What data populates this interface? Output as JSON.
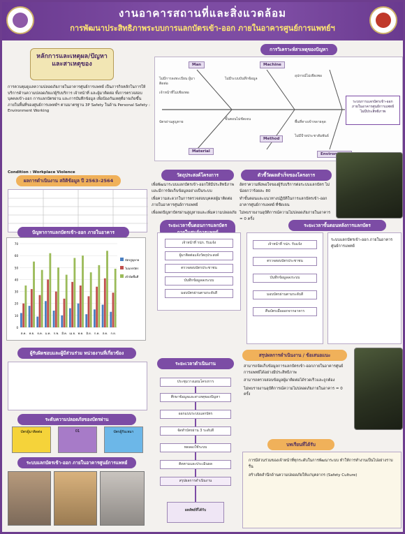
{
  "header": {
    "title": "งานอาคารสถานที่และสิ่งแวดล้อม",
    "subtitle": "การพัฒนาประสิทธิภาพระบบการแลกบัตรเข้า-ออก ภายในอาคารศูนย์การแพทย์ฯ"
  },
  "sections": {
    "principles": "หลักการและเหตุผล/ปัญหา และสาเหตุของ",
    "root_cause": "การวิเคราะห์สาเหตุของปัญหา",
    "objectives": "วัตถุประสงค์โครงการ",
    "target": "ตัวชี้วัดผลสำเร็จของโครงการ",
    "stats_before": "ผลการดำเนินงาน สถิติข้อมูล ปี 2563–2564",
    "chart_title": "ปัญหาการแลกบัตรเข้า-ออก ภายในอาคาร",
    "flow_before": "ระยะเวลาขั้นตอนการแลกบัตรภายในศูนย์การแพทย์",
    "flow_after": "ระยะเวลาขั้นตอนหลังการแลกบัตร",
    "responsible": "ผู้รับผิดชอบและผู้มีส่วนร่วม หน่วยงานที่เกี่ยวข้อง",
    "timeline": "ระยะเวลาดำเนินงาน",
    "results": "ผลลัพธ์ที่ได้รับ",
    "summary": "สรุปผลการดำเนินงาน / ข้อเสนอแนะ",
    "lessons": "บทเรียนที่ได้รับ",
    "colors_title": "ระดับความปลอดภัยของบัตรผ่าน",
    "improve_title": "ระบบแลกบัตรเข้า-ออก ภายในอาคารศูนย์การแพทย์",
    "condition": "Condition : Workplace Violence"
  },
  "principle_text": "การควบคุมดูแลความปลอดภัยภายในอาคารศูนย์การแพทย์ เป็นภารกิจหลักในการให้บริการด้านความปลอดภัยแก่ผู้รับบริการ เจ้าหน้าที่ และผู้มาติดต่อ ทั้งการตรวจสอบบุคคลเข้า-ออก การแลกบัตรผ่าน และการบันทึกข้อมูล เพื่อป้องกันเหตุที่อาจเกิดขึ้นภายในพื้นที่ของศูนย์การแพทย์ฯ ตามมาตรฐาน 3P Safety ในด้าน Personal Safety : Environment Working",
  "fishbone": {
    "categories": [
      "Man",
      "Machine",
      "Material",
      "Method",
      "Environment"
    ],
    "head": "ระบบการแลกบัตรเข้า-ออก ภายในอาคารศูนย์การแพทย์ ไม่มีประสิทธิภาพ",
    "causes": [
      "ไม่มีการลงทะเบียน ผู้มาติดต่อ",
      "เจ้าหน้าที่ไม่เพียงพอ",
      "ไม่มีระบบบันทึกข้อมูล",
      "อุปกรณ์ไม่เพียงพอ",
      "บัตรผ่านสูญหาย",
      "ขั้นตอนไม่ชัดเจน",
      "พื้นที่ทางเข้าหลายจุด",
      "ไม่มีป้ายประชาสัมพันธ์"
    ]
  },
  "objectives": [
    "เพื่อพัฒนาระบบแลกบัตรเข้า-ออกให้มีประสิทธิภาพ และมีการจัดเก็บข้อมูลอย่างเป็นระบบ",
    "เพื่อความสะดวกในการตรวจสอบบุคคลผู้มาติดต่อ ภายในอาคารศูนย์การแพทย์",
    "เพื่อลดปัญหาบัตรผ่านสูญหายและเพิ่มความปลอดภัย"
  ],
  "targets": [
    "อัตราความพึงพอใจของผู้รับบริการต่อระบบแลกบัตร ไม่น้อยกว่าร้อยละ 80",
    "ทำขั้นตอนและแนวทางปฏิบัติในการแลกบัตรเข้า-ออก อาคารศูนย์การแพทย์ ที่ชัดเจน",
    "ไม่พบรายงานอุบัติการณ์ความไม่ปลอดภัยภายในอาคาร = 0 ครั้ง"
  ],
  "chart_data": {
    "type": "bar",
    "categories": [
      "ต.ค.",
      "พ.ย.",
      "ธ.ค.",
      "ม.ค.",
      "ก.พ.",
      "มี.ค.",
      "เม.ย.",
      "พ.ค.",
      "มิ.ย.",
      "ก.ค.",
      "ส.ค.",
      "ก.ย."
    ],
    "series": [
      {
        "name": "บัตรสูญหาย",
        "color": "#4a7fc1",
        "values": [
          12,
          18,
          9,
          22,
          14,
          10,
          16,
          20,
          11,
          15,
          19,
          13
        ]
      },
      {
        "name": "ไม่แลกบัตร",
        "color": "#c0504d",
        "values": [
          20,
          32,
          27,
          40,
          30,
          24,
          38,
          35,
          26,
          34,
          41,
          29
        ]
      },
      {
        "name": "เข้าผิดพื้นที่",
        "color": "#9bbb59",
        "values": [
          35,
          55,
          48,
          62,
          50,
          44,
          58,
          60,
          46,
          52,
          64,
          49
        ]
      }
    ],
    "ylim": [
      0,
      70
    ],
    "legend": "right",
    "grid": true
  },
  "flow_steps": [
    "เจ้าหน้าที่ รปภ. รับแจ้ง",
    "ผู้มาติดต่อแจ้งวัตถุประสงค์",
    "ตรวจสอบบัตรประชาชน",
    "บันทึกข้อมูลลงระบบ",
    "มอบบัตรผ่านตามระดับสี",
    "คืนบัตรเมื่อออกจากอาคาร"
  ],
  "timeline_steps": [
    "ประชุมวางแผนโครงการ",
    "ศึกษาข้อมูลและสาเหตุของปัญหา",
    "ออกแบบระบบแลกบัตร",
    "จัดทำบัตรผ่าน 3 ระดับสี",
    "ทดลองใช้ระบบ",
    "ติดตามและประเมินผล",
    "สรุปผลการดำเนินงาน"
  ],
  "color_cards": [
    {
      "label": "บัตรผู้มาติดต่อ",
      "color": "#f5d33a"
    },
    {
      "label": "01",
      "color": "#a77bc8"
    },
    {
      "label": "บัตรผู้รับเหมา",
      "color": "#6cb7e8"
    }
  ],
  "summary_points": [
    "สามารถจัดเก็บข้อมูลการแลกบัตรเข้า-ออกภายในอาคารศูนย์การแพทย์ได้อย่างมีประสิทธิภาพ",
    "สามารถตรวจสอบข้อมูลผู้มาติดต่อได้รวดเร็วและถูกต้อง",
    "ไม่พบรายงานอุบัติการณ์ความไม่ปลอดภัยภายในอาคาร = 0 ครั้ง"
  ],
  "lessons_points": [
    "การมีส่วนร่วมของเจ้าหน้าที่ทุกระดับในการพัฒนาระบบ ทำให้การทำงานเป็นไปอย่างราบรื่น",
    "สร้างจิตสำนึกด้านความปลอดภัยให้แก่บุคลากร (Safety Culture)"
  ]
}
